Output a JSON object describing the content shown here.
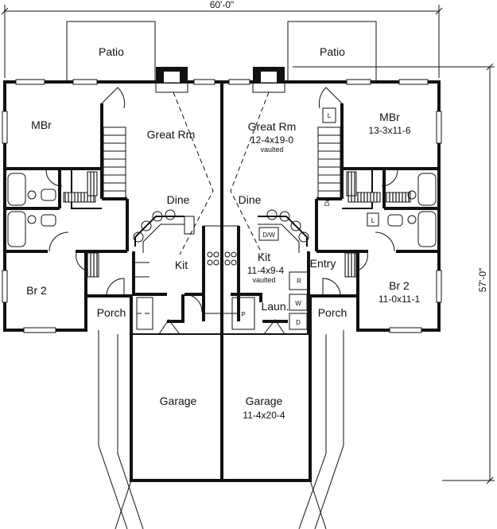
{
  "dimensions": {
    "width": "60'-0\"",
    "depth": "57'-0\""
  },
  "rooms": {
    "patio_left": "Patio",
    "patio_right": "Patio",
    "mbr_left": "MBr",
    "mbr_right": "MBr",
    "mbr_right_size": "13-3x11-6",
    "great_rm_left": "Great Rm",
    "great_rm_right": "Great Rm",
    "great_rm_right_size": "12-4x19-0",
    "great_rm_right_note": "vaulted",
    "dine_left": "Dine",
    "dine_right": "Dine",
    "kit_left": "Kit",
    "kit_right": "Kit",
    "kit_right_size": "11-4x9-4",
    "kit_right_note": "vaulted",
    "br2_left": "Br 2",
    "br2_right": "Br 2",
    "br2_right_size": "11-0x11-1",
    "porch_left": "Porch",
    "porch_right": "Porch",
    "entry_right": "Entry",
    "laun_right": "Laun.",
    "garage_left": "Garage",
    "garage_right": "Garage",
    "garage_right_size": "11-4x20-4"
  },
  "fixtures": {
    "dw": "D/W",
    "refrigerator": "R",
    "washer": "W",
    "dryer": "D",
    "pantry": "P",
    "linen_1": "L",
    "linen_2": "L",
    "down": "Dn"
  }
}
